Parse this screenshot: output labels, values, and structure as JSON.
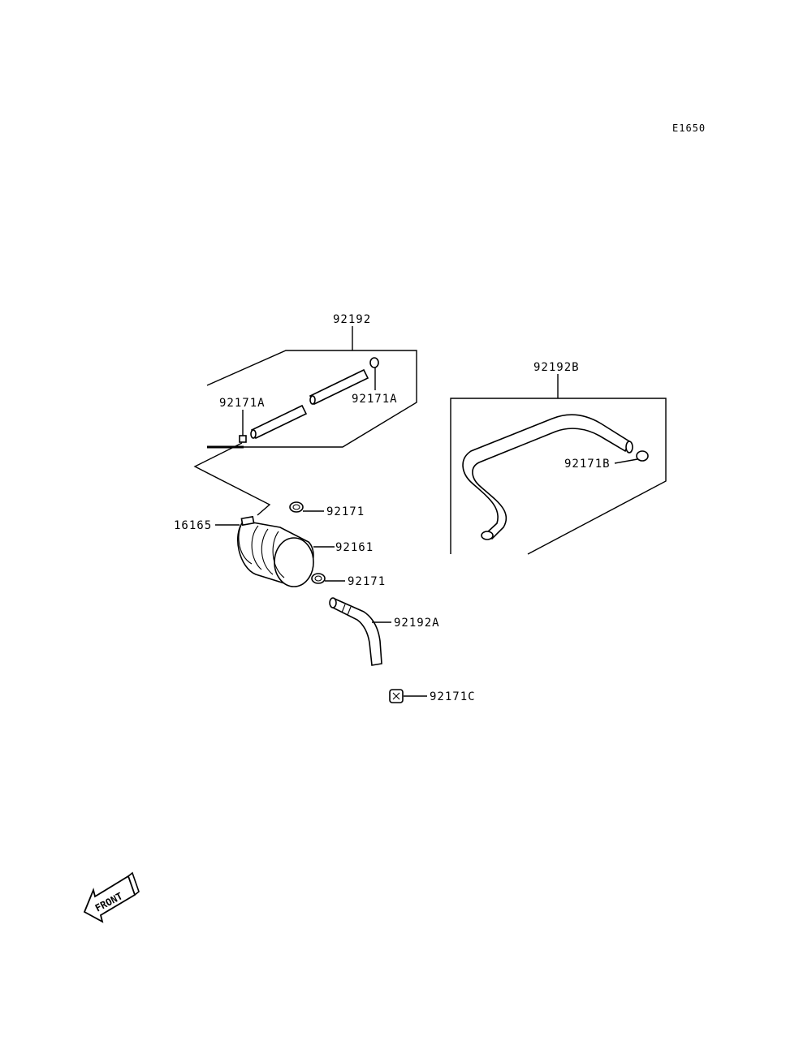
{
  "diagram_code": "E1650",
  "labels": {
    "p92192": "92192",
    "p92171A_left": "92171A",
    "p92171A_right": "92171A",
    "p92192B": "92192B",
    "p92171B": "92171B",
    "p92171_top": "92171",
    "p16165": "16165",
    "p92161": "92161",
    "p92171_bottom": "92171",
    "p92192A": "92192A",
    "p92171C": "92171C"
  },
  "front_arrow": {
    "text": "FRONT"
  }
}
